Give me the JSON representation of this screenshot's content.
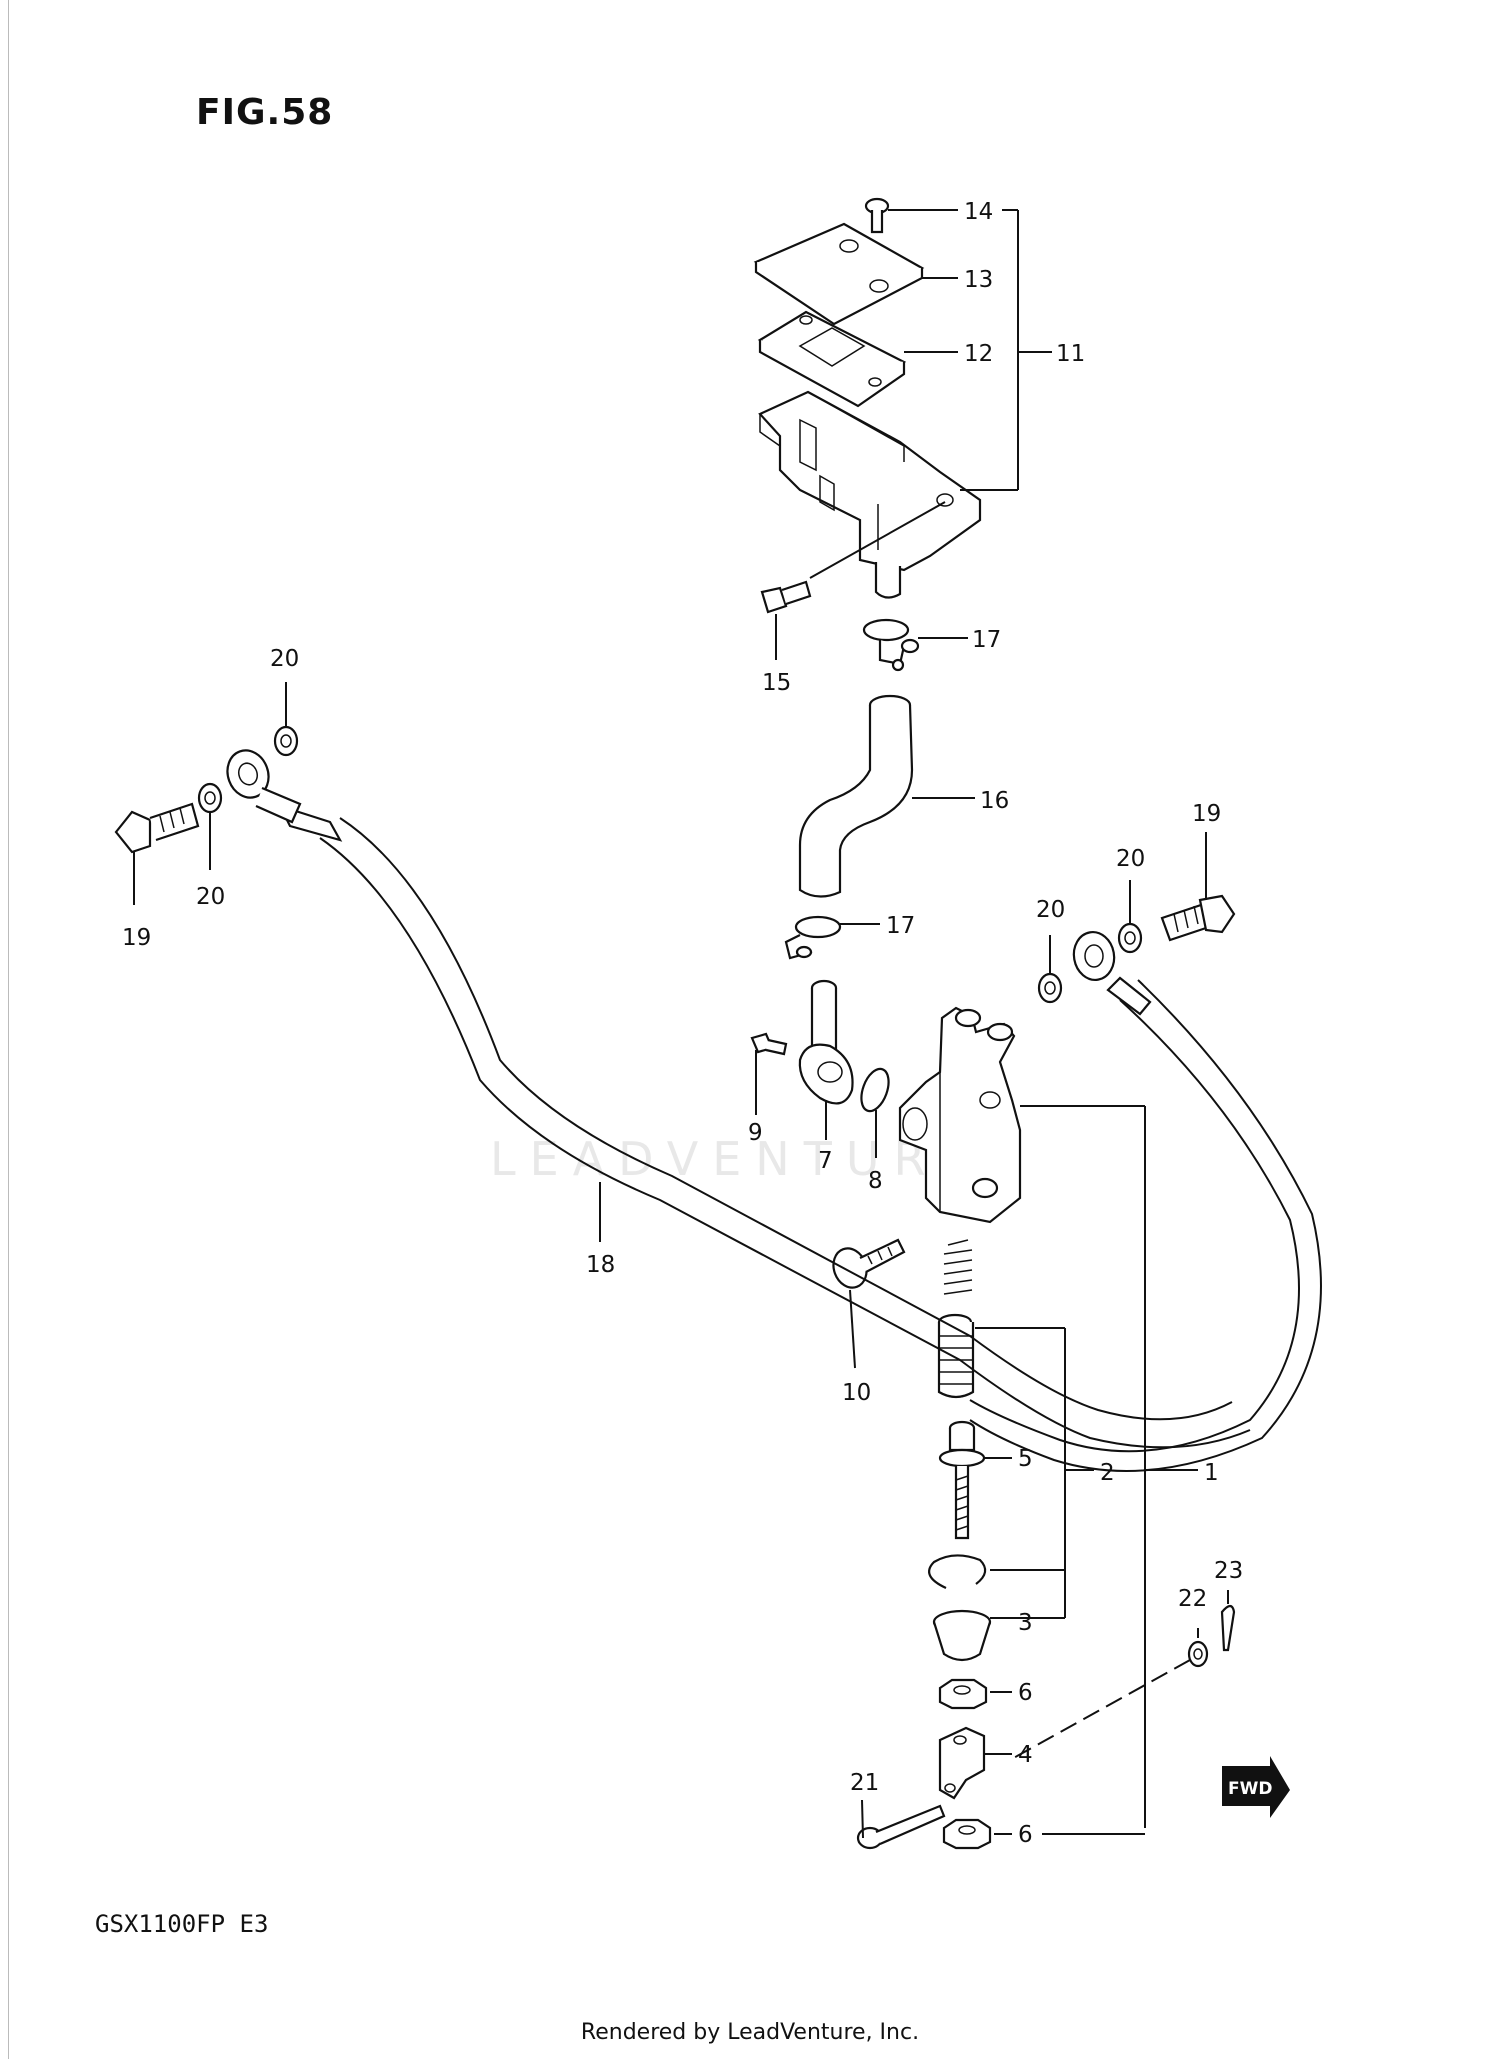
{
  "figure": {
    "title": "FIG.58"
  },
  "model": "GSX1100FP  E3",
  "footer": "Rendered by LeadVenture, Inc.",
  "watermark": "LEADVENTURE",
  "callouts": [
    "1",
    "2",
    "3",
    "4",
    "5",
    "6",
    "6",
    "7",
    "8",
    "9",
    "10",
    "11",
    "12",
    "13",
    "14",
    "15",
    "16",
    "17",
    "17",
    "18",
    "19",
    "19",
    "20",
    "20",
    "20",
    "20",
    "21",
    "22",
    "23"
  ],
  "fwd_label": "FWD"
}
